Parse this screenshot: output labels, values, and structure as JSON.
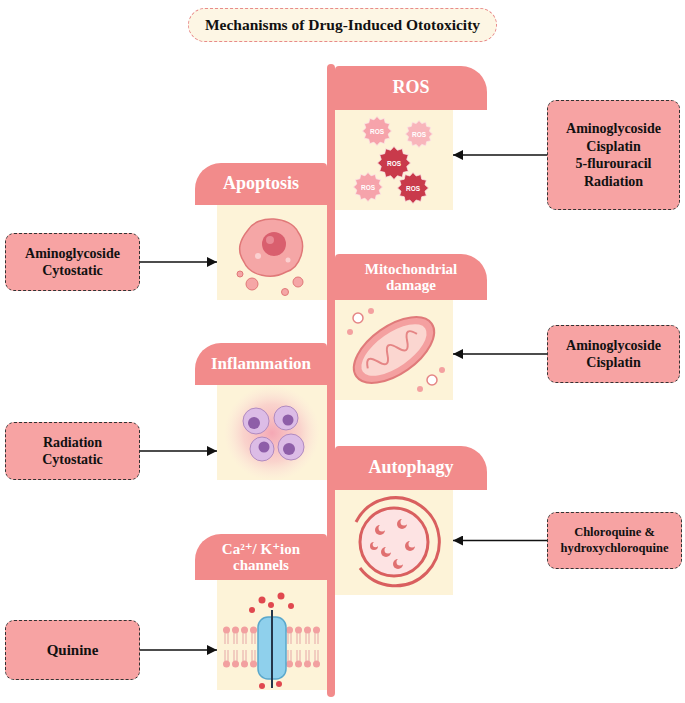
{
  "diagram": {
    "title": "Mechanisms of Drug-Induced Ototoxicity",
    "nodes": [
      {
        "text": [
          "ROS"
        ]
      },
      {
        "text": [
          "ROS"
        ],
        "in": 0
      },
      {
        "text": [
          "ROS"
        ],
        "in": 0
      },
      {
        "text": [
          "ROS"
        ],
        "in": 0
      },
      {
        "text": [
          "ROS"
        ],
        "in": 0
      },
      {
        "text": [
          "ROS"
        ],
        "in": 0
      },
      {
        "text": [
          "Aminoglycoside",
          "Cisplatin",
          "5-flurouracil",
          "Radiation"
        ]
      },
      {
        "text": [
          "Apoptosis"
        ]
      },
      {
        "text": [
          "Aminoglycoside",
          "Cytostatic"
        ]
      },
      {
        "text": [
          "Mitochondrial damage"
        ]
      },
      {
        "text": [
          "Aminoglycoside",
          "Cisplatin"
        ]
      },
      {
        "text": [
          "Inflammation"
        ]
      },
      {
        "text": [
          "Radiation",
          "Cytostatic"
        ]
      },
      {
        "text": [
          "Autophagy"
        ]
      },
      {
        "text": [
          "Chloroquine & hydroxychloroquine"
        ]
      },
      {
        "text": [
          "Ca²⁺/ K⁺ion channels"
        ]
      },
      {
        "text": [
          "Quinine"
        ]
      }
    ],
    "edges": [
      {
        "from": 6,
        "to": 0,
        "arrow": "to"
      },
      {
        "from": 8,
        "to": 7,
        "arrow": "to"
      },
      {
        "from": 10,
        "to": 9,
        "arrow": "to"
      },
      {
        "from": 12,
        "to": 11,
        "arrow": "to"
      },
      {
        "from": 14,
        "to": 13,
        "arrow": "to"
      },
      {
        "from": 16,
        "to": 15,
        "arrow": "to"
      }
    ]
  }
}
